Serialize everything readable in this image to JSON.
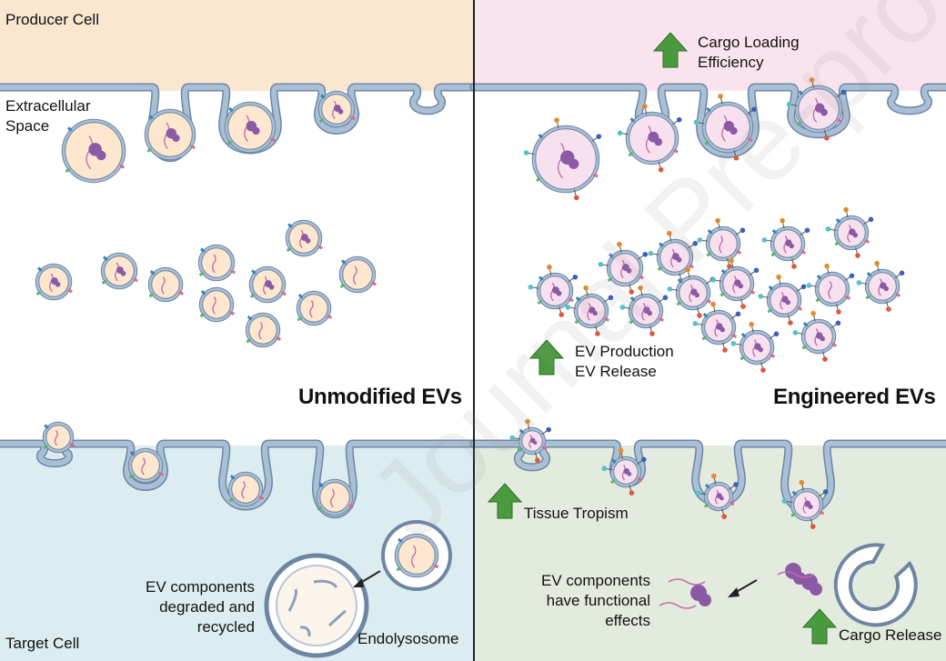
{
  "panels": {
    "left": {
      "title": "Unmodified EVs",
      "producer_label": "Producer Cell",
      "space_label_lines": [
        "Extracellular",
        "Space"
      ],
      "target_label": "Target Cell",
      "degraded_lines": [
        "EV components",
        "degraded and",
        "recycled"
      ],
      "endolysosome_label": "Endolysosome"
    },
    "right": {
      "title": "Engineered EVs",
      "cargo_loading_lines": [
        "Cargo Loading",
        "Efficiency"
      ],
      "production_lines": [
        "EV Production",
        "EV Release"
      ],
      "tissue_label": "Tissue Tropism",
      "functional_lines": [
        "EV components",
        "have functional",
        "effects"
      ],
      "cargo_release_label": "Cargo Release"
    }
  },
  "watermark": "Journal Pre-proof",
  "colors": {
    "producer_left": "#fbe6cf",
    "producer_right": "#f9e4ee",
    "target_left": "#dcedf1",
    "target_right": "#e2ebdd",
    "membrane": "#a9bfd6",
    "membrane_edge": "#6f86a3",
    "ev_fill_left": "#fde7cf",
    "ev_fill_right": "#f7e1ef",
    "protein": "#8a5aa6",
    "rna": "#c56aa6",
    "arrow": "#4a9a3e",
    "divider": "#222222"
  },
  "icons": [
    "green-up-arrow-icon",
    "black-arrow-icon",
    "ev-vesicle-icon",
    "protein-cargo-icon",
    "rna-strand-icon"
  ]
}
